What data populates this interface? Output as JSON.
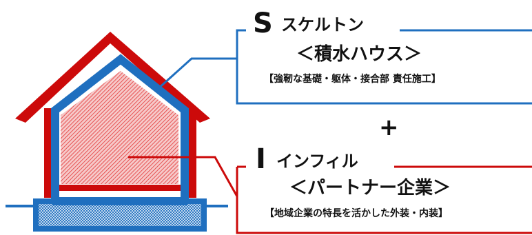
{
  "colors": {
    "blue": "#1f6fbf",
    "red": "#cc0a0a",
    "hatch": "#e33434",
    "hatch_bg": "#f6c9c9",
    "ground": "#1f6fbf",
    "foundation_hatch": "#1f6fbf",
    "text": "#111111"
  },
  "skeleton": {
    "letter": "S",
    "title": "スケルトン",
    "company": "＜積水ハウス＞",
    "description": "【強靭な基礎・躯体・接合部 責任施工】"
  },
  "plus": "+",
  "infill": {
    "letter": "I",
    "title": "インフィル",
    "company": "＜パートナー企業＞",
    "description": "【地域企業の特長を活かした外装・内装】"
  }
}
